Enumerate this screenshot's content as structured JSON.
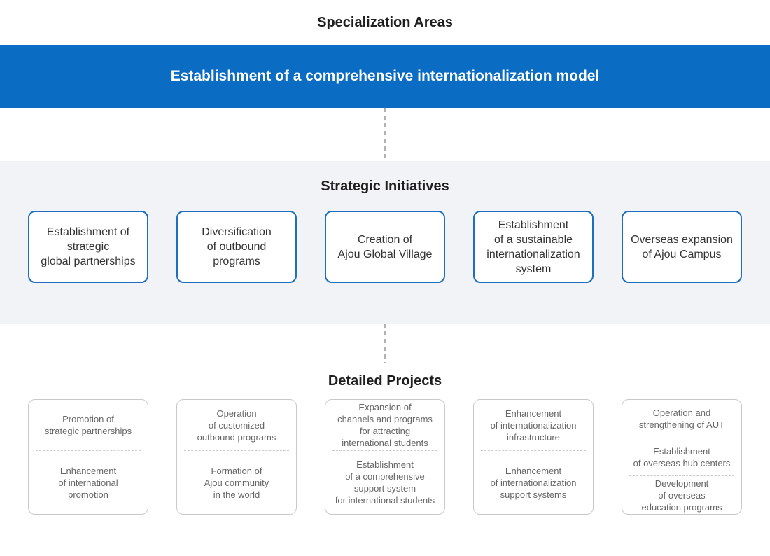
{
  "page_title": "Specialization Areas",
  "banner": {
    "label": "Establishment of a comprehensive internationalization model"
  },
  "strategic": {
    "title": "Strategic Initiatives",
    "boxes": [
      "Establishment of\nstrategic\nglobal partnerships",
      "Diversification\nof outbound\nprograms",
      "Creation of\nAjou Global Village",
      "Establishment\nof a sustainable\ninternationalization\nsystem",
      "Overseas expansion\nof Ajou Campus"
    ]
  },
  "detailed": {
    "title": "Detailed Projects",
    "boxes": [
      {
        "items": [
          "Promotion of\nstrategic partnerships",
          "Enhancement\nof international\npromotion"
        ]
      },
      {
        "items": [
          "Operation\nof customized\noutbound programs",
          "Formation of\nAjou community\nin the world"
        ]
      },
      {
        "items": [
          "Expansion of\nchannels and programs\nfor attracting\ninternational students",
          "Establishment\nof a comprehensive\nsupport system\nfor international students"
        ]
      },
      {
        "items": [
          "Enhancement\nof internationalization\ninfrastructure",
          "Enhancement\nof internationalization\nsupport systems"
        ]
      },
      {
        "items": [
          "Operation and\nstrengthening of AUT",
          "Establishment\nof overseas hub centers",
          "Development\nof overseas\neducation programs"
        ]
      }
    ]
  },
  "colors": {
    "banner_blue": "#0b6cc4",
    "box_border_blue": "#1e6fc0",
    "section_bg": "#f2f3f7",
    "connector_gray": "#b1b1b1",
    "detail_border": "#c9c9c9"
  }
}
